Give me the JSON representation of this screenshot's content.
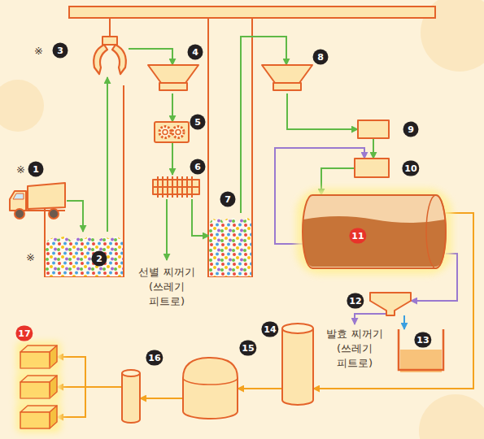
{
  "diagram": {
    "nodes": [
      {
        "text": [
          "1"
        ]
      },
      {
        "text": [
          "2"
        ]
      },
      {
        "text": [
          "3"
        ]
      },
      {
        "text": [
          "4"
        ]
      },
      {
        "text": [
          "5"
        ]
      },
      {
        "text": [
          "6"
        ]
      },
      {
        "text": [
          "7"
        ]
      },
      {
        "text": [
          "8"
        ]
      },
      {
        "text": [
          "9"
        ]
      },
      {
        "text": [
          "10"
        ]
      },
      {
        "text": [
          "11"
        ]
      },
      {
        "text": [
          "12"
        ]
      },
      {
        "text": [
          "13"
        ]
      },
      {
        "text": [
          "14"
        ]
      },
      {
        "text": [
          "15"
        ]
      },
      {
        "text": [
          "16"
        ]
      },
      {
        "text": [
          "17"
        ]
      }
    ],
    "edges": [
      {
        "from": 0,
        "to": 1,
        "arrow": "to"
      },
      {
        "from": 1,
        "to": 2,
        "arrow": "to"
      },
      {
        "from": 2,
        "to": 3,
        "arrow": "to"
      },
      {
        "from": 3,
        "to": 4,
        "arrow": "to"
      },
      {
        "from": 4,
        "to": 5,
        "arrow": "to"
      },
      {
        "from": 5,
        "to": 6,
        "arrow": "to"
      },
      {
        "from": 6,
        "to": 7,
        "arrow": "to"
      },
      {
        "from": 7,
        "to": 8,
        "arrow": "to"
      },
      {
        "from": 8,
        "to": 9,
        "arrow": "to"
      },
      {
        "from": 9,
        "to": 10,
        "arrow": "to"
      },
      {
        "from": 10,
        "to": 9,
        "arrow": "to"
      },
      {
        "from": 10,
        "to": 11,
        "arrow": "to"
      },
      {
        "from": 11,
        "to": 12,
        "arrow": "to"
      },
      {
        "from": 10,
        "to": 13,
        "arrow": "to"
      },
      {
        "from": 13,
        "to": 14,
        "arrow": "to"
      },
      {
        "from": 14,
        "to": 15,
        "arrow": "to"
      },
      {
        "from": 15,
        "to": 16,
        "arrow": "to"
      }
    ],
    "labels": [
      "※",
      "※",
      "※",
      "선별 찌꺼기 (쓰레기 피트로)",
      "발효 찌꺼기 (쓰레기 피트로)"
    ]
  }
}
